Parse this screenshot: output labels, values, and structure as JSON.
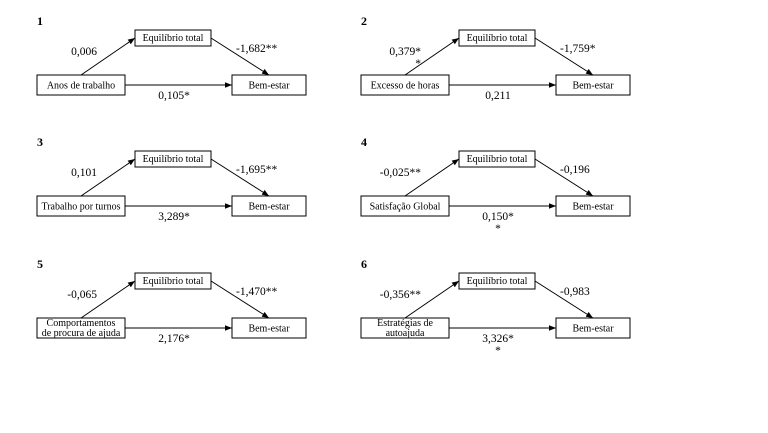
{
  "mediator_label": "Equilíbrio total",
  "outcome_label": "Bem-estar",
  "models": [
    {
      "number": "1",
      "predictor": [
        "Anos de trabalho"
      ],
      "a": [
        "0,006"
      ],
      "b": [
        "-1,682**"
      ],
      "c": [
        "0,105*"
      ]
    },
    {
      "number": "2",
      "predictor": [
        "Excesso de horas"
      ],
      "a": [
        "0,379*",
        "*"
      ],
      "b": [
        "-1,759*"
      ],
      "c": [
        "0,211"
      ]
    },
    {
      "number": "3",
      "predictor": [
        "Trabalho por turnos"
      ],
      "a": [
        "0,101"
      ],
      "b": [
        "-1,695**"
      ],
      "c": [
        "3,289*"
      ]
    },
    {
      "number": "4",
      "predictor": [
        "Satisfação Global"
      ],
      "a": [
        "-0,025**"
      ],
      "b": [
        "-0,196"
      ],
      "c": [
        "0,150*",
        "*"
      ]
    },
    {
      "number": "5",
      "predictor": [
        "Comportamentos",
        "de procura de ajuda"
      ],
      "a": [
        "-0,065"
      ],
      "b": [
        "-1,470**"
      ],
      "c": [
        "2,176*"
      ]
    },
    {
      "number": "6",
      "predictor": [
        "Estratégias de",
        "autoajuda"
      ],
      "a": [
        "-0,356**"
      ],
      "b": [
        "-0,983"
      ],
      "c": [
        "3,326*",
        "*"
      ]
    }
  ]
}
